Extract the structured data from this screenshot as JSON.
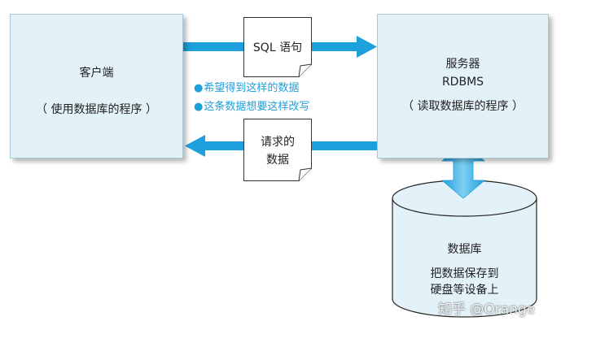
{
  "client": {
    "title": "客户端",
    "subtitle": "（ 使用数据库的程序 ）"
  },
  "server": {
    "title": "服务器",
    "name": "RDBMS",
    "subtitle": "（ 读取数据库的程序 ）"
  },
  "request_doc": {
    "label": "SQL 语句"
  },
  "response_doc": {
    "line1": "请求的",
    "line2": "数据"
  },
  "notes": [
    "希望得到这样的数据",
    "这条数据想要这样改写"
  ],
  "database": {
    "title": "数据库",
    "line1": "把数据保存到",
    "line2": "硬盘等设备上"
  },
  "watermark": "知乎 @Orange",
  "colors": {
    "arrow": "#1ea0dc",
    "box_fill": "#e3f1f8",
    "note_text": "#1ea0dc"
  }
}
